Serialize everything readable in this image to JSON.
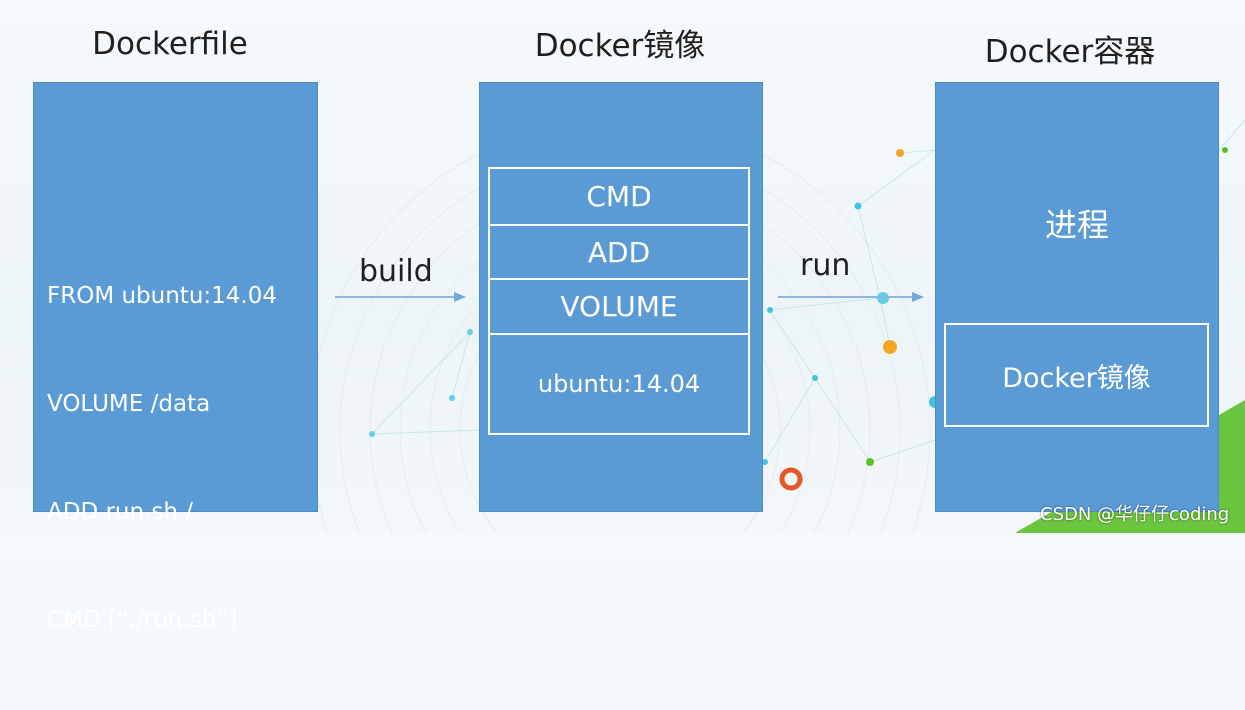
{
  "colors": {
    "panel_fill": "#5b9bd5",
    "panel_text": "#ffffff",
    "title_text": "#1f1f1f",
    "arrow": "#6fa8dc",
    "accent_orange": "#f5a623",
    "accent_red": "#e8572a",
    "accent_green": "#5cbf2a",
    "accent_cyan": "#3ec6e0"
  },
  "dockerfile": {
    "title": "Dockerfile",
    "lines": [
      "FROM ubuntu:14.04",
      "VOLUME /data",
      "ADD run.sh /",
      "CMD [“./run.sh”]"
    ]
  },
  "image": {
    "title": "Docker镜像",
    "layers": [
      "CMD",
      "ADD",
      "VOLUME",
      "ubuntu:14.04"
    ]
  },
  "container": {
    "title": "Docker容器",
    "process": "进程",
    "inner_image": "Docker镜像"
  },
  "arrows": {
    "build": "build",
    "run": "run"
  },
  "watermark": "CSDN @华仔仔coding"
}
